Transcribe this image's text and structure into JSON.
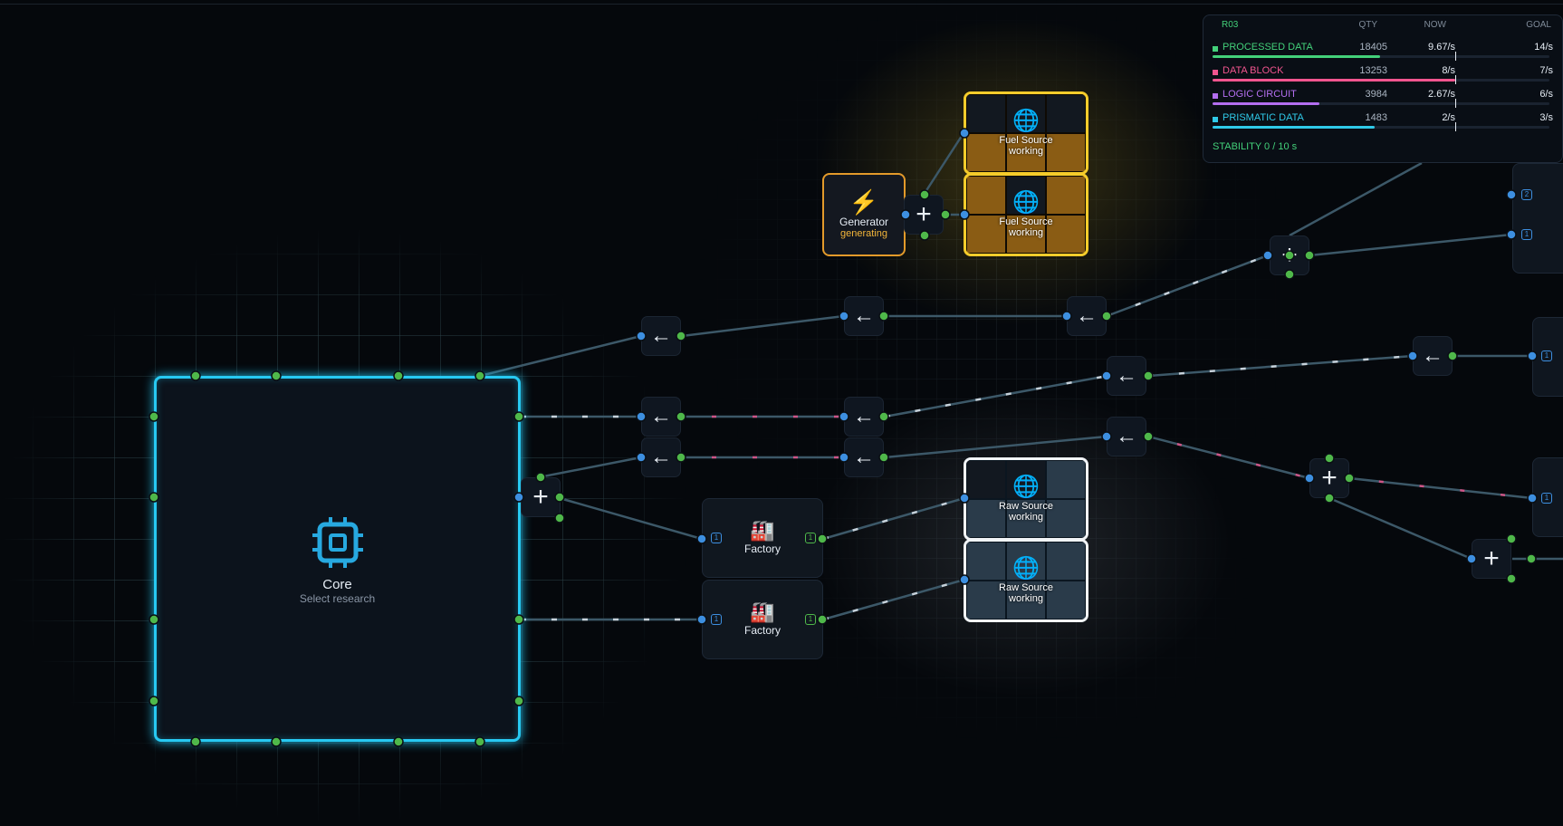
{
  "core": {
    "name": "Core",
    "status": "Select research"
  },
  "generator": {
    "name": "Generator",
    "status": "generating"
  },
  "fuel_sources": [
    {
      "name": "Fuel Source",
      "status": "working"
    },
    {
      "name": "Fuel Source",
      "status": "working"
    }
  ],
  "raw_sources": [
    {
      "name": "Raw Source",
      "status": "working"
    },
    {
      "name": "Raw Source",
      "status": "working"
    }
  ],
  "factories": [
    {
      "name": "Factory",
      "port_in": "1",
      "port_out": "1"
    },
    {
      "name": "Factory",
      "port_in": "1",
      "port_out": "1"
    }
  ],
  "port_badges": [
    "2",
    "1",
    "1",
    "1"
  ],
  "conveyor_glyph": "←",
  "splitter_glyph": "+",
  "stats_panel": {
    "headers": {
      "id": "R03",
      "qty": "QTY",
      "now": "NOW",
      "goal": "GOAL"
    },
    "rows": [
      {
        "label": "PROCESSED DATA",
        "qty": "18405",
        "now": "9.67/s",
        "goal": "14/s",
        "color": "#43d17a",
        "progress": 0.69
      },
      {
        "label": "DATA BLOCK",
        "qty": "13253",
        "now": "8/s",
        "goal": "7/s",
        "color": "#f2558f",
        "progress": 1.0
      },
      {
        "label": "LOGIC CIRCUIT",
        "qty": "3984",
        "now": "2.67/s",
        "goal": "6/s",
        "color": "#b36ef0",
        "progress": 0.44
      },
      {
        "label": "PRISMATIC DATA",
        "qty": "1483",
        "now": "2/s",
        "goal": "3/s",
        "color": "#2fc9e8",
        "progress": 0.67
      }
    ],
    "stability": "STABILITY  0 / 10 s"
  },
  "colors": {
    "core_border": "#27c9f2",
    "fuel_border": "#f5cc2b",
    "generator_border": "#e39a2a",
    "port_in": "#3d8fe0",
    "port_out": "#4fb84a"
  }
}
